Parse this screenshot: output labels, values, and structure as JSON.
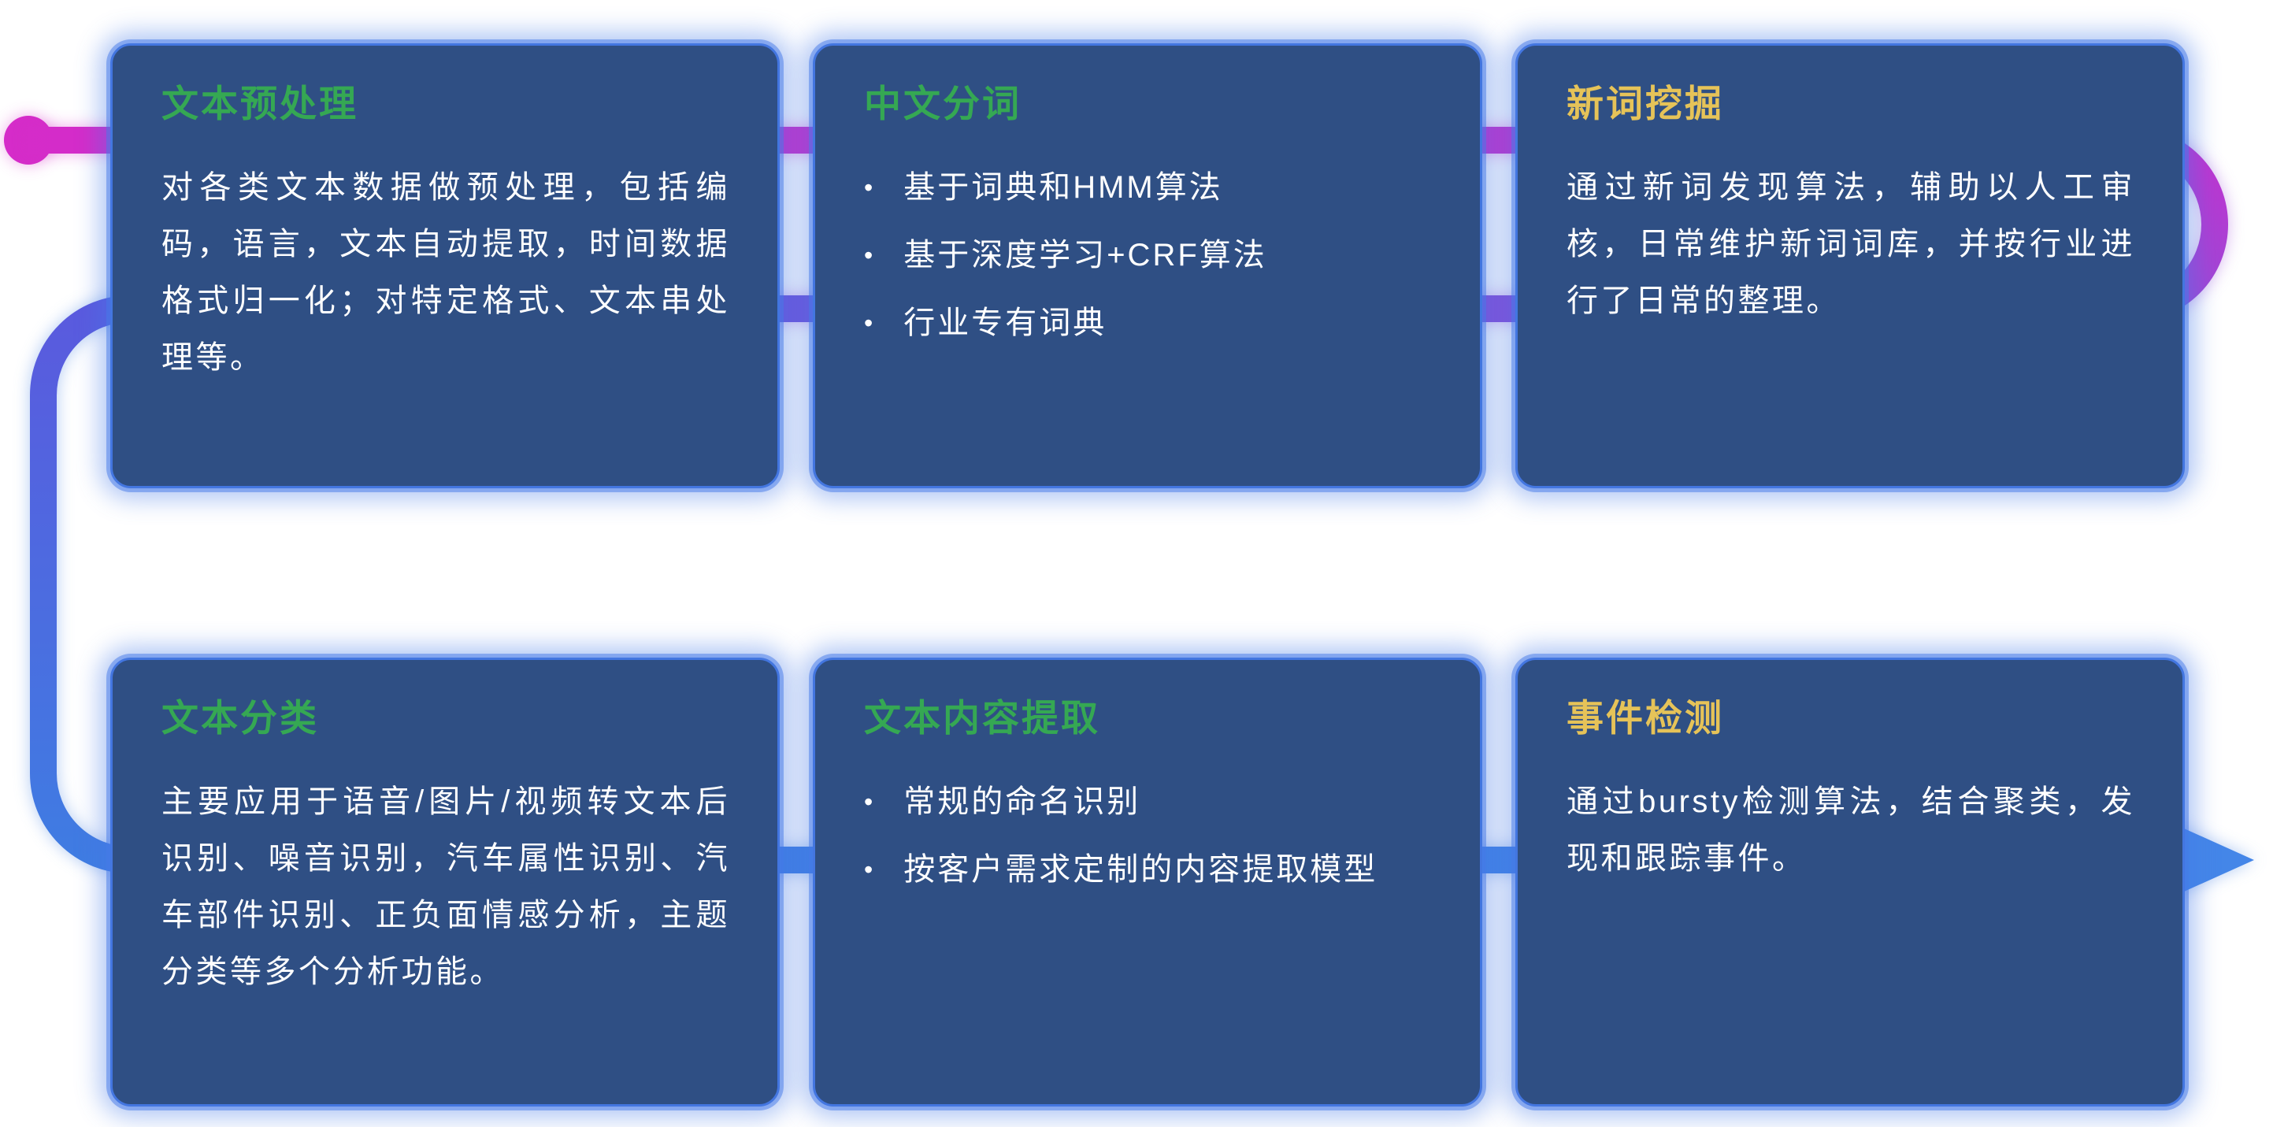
{
  "flow": {
    "magenta": "#d52cc9",
    "magenta2": "#c233cf",
    "purple": "#9c48d6",
    "indigo": "#5a5ade",
    "blue": "#3f7ce2",
    "arrow": "#4486e8",
    "bullet_char": "•"
  },
  "cards": [
    {
      "title": "文本预处理",
      "title_color": "#35a853",
      "body": "对各类文本数据做预处理，包括编码，语言，文本自动提取，时间数据格式归一化；对特定格式、文本串处理等。"
    },
    {
      "title": "中文分词",
      "title_color": "#35a853",
      "bullets": [
        "基于词典和HMM算法",
        "基于深度学习+CRF算法",
        "行业专有词典"
      ]
    },
    {
      "title": "新词挖掘",
      "title_color": "#e6c358",
      "body": "通过新词发现算法，辅助以人工审核，日常维护新词词库，并按行业进行了日常的整理。"
    },
    {
      "title": "文本分类",
      "title_color": "#35a853",
      "body": "主要应用于语音/图片/视频转文本后识别、噪音识别，汽车属性识别、汽车部件识别、正负面情感分析，主题分类等多个分析功能。"
    },
    {
      "title": "文本内容提取",
      "title_color": "#35a853",
      "bullets": [
        "常规的命名识别",
        "按客户需求定制的内容提取模型"
      ]
    },
    {
      "title": "事件检测",
      "title_color": "#e6c358",
      "body": "通过bursty检测算法，结合聚类，发现和跟踪事件。"
    }
  ]
}
